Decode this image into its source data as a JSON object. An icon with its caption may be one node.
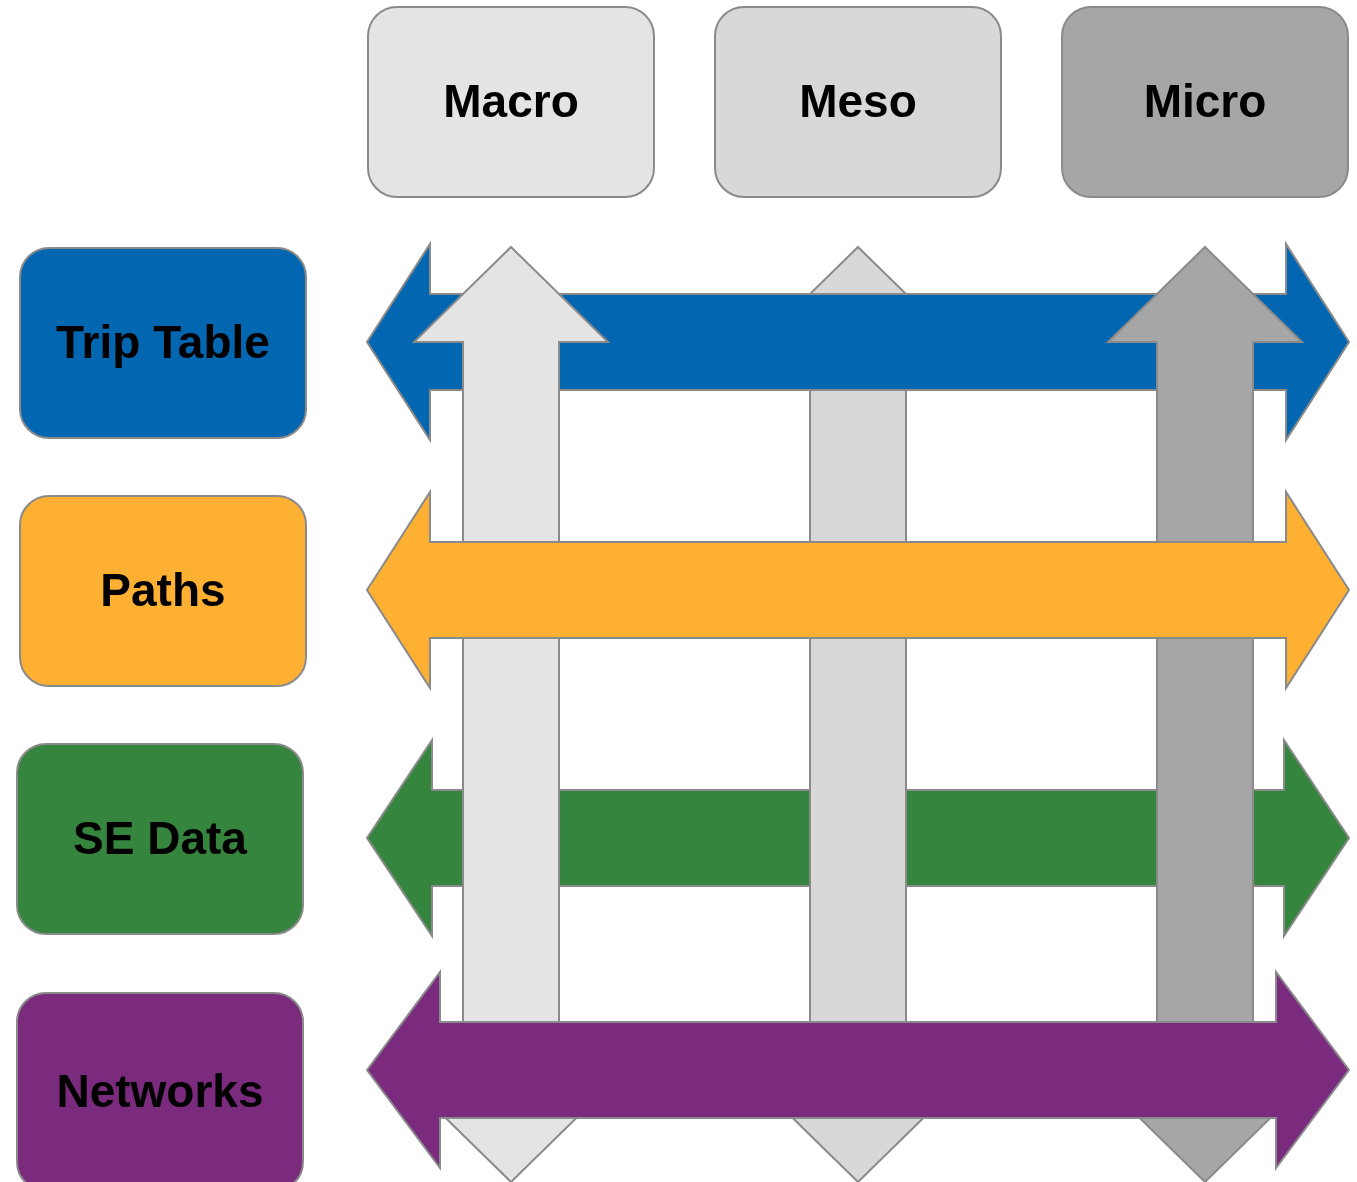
{
  "diagram": {
    "nodes": [
      {
        "text": [
          "Macro"
        ]
      },
      {
        "text": [
          "Meso"
        ]
      },
      {
        "text": [
          "Micro"
        ]
      },
      {
        "text": [
          "Trip Table"
        ]
      },
      {
        "text": [
          "Paths"
        ]
      },
      {
        "text": [
          "SE Data"
        ]
      },
      {
        "text": [
          "Networks"
        ]
      }
    ]
  }
}
